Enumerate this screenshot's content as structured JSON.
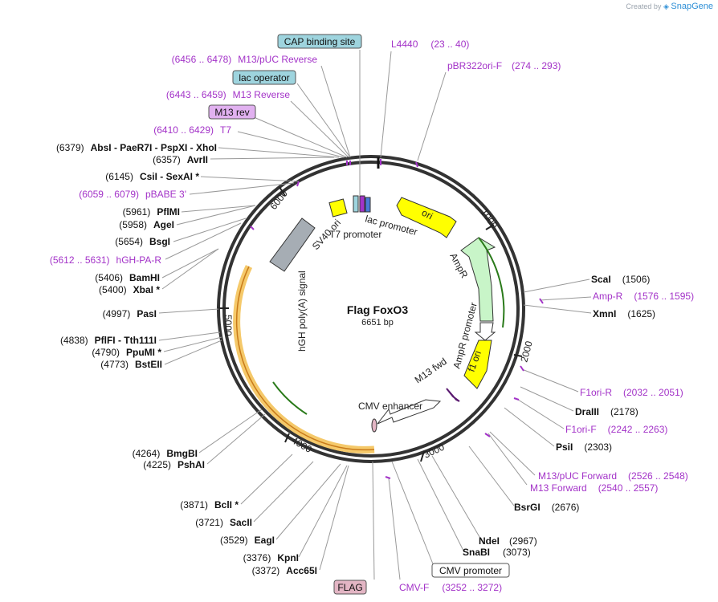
{
  "credit": {
    "prefix": "Created by",
    "brand": "SnapGene"
  },
  "plasmid": {
    "name": "Flag FoxO3",
    "length_label": "6651 bp"
  },
  "colors": {
    "ring": "#333333",
    "primer": "#a333c8",
    "callout": "#999999",
    "feature_yellow": "#ffff00",
    "feature_green": "#c8f5c8",
    "feature_orange": "#f5c96a",
    "feature_gray": "#a6adb4",
    "box_blue": "#9ed4de",
    "box_purple": "#e1b1f0",
    "box_pink": "#e3b5c4"
  },
  "ticks": [
    "1000",
    "2000",
    "3000",
    "4000",
    "5000",
    "6000"
  ],
  "features": [
    {
      "id": "ori",
      "label": "ori"
    },
    {
      "id": "ampr",
      "label": "AmpR"
    },
    {
      "id": "ampr-promoter",
      "label": "AmpR promoter"
    },
    {
      "id": "f1ori",
      "label": "f1 ori"
    },
    {
      "id": "m13fwd",
      "label": "M13 fwd"
    },
    {
      "id": "cmv-enhancer",
      "label": "CMV enhancer"
    },
    {
      "id": "hgh",
      "label": "hGH poly(A) signal"
    },
    {
      "id": "sv40",
      "label": "SV40 ori"
    },
    {
      "id": "t7",
      "label": "T7 promoter"
    },
    {
      "id": "lac",
      "label": "lac promoter"
    }
  ],
  "labels": [
    {
      "id": "cap",
      "kind": "box",
      "box": "blue",
      "name": "CAP binding site"
    },
    {
      "id": "l4440",
      "kind": "primer",
      "name": "L4440",
      "pos": "(23 .. 40)"
    },
    {
      "id": "m13puc-rev",
      "kind": "primer",
      "name": "M13/pUC Reverse",
      "pos": "(6456 .. 6478)"
    },
    {
      "id": "pbr322",
      "kind": "primer",
      "name": "pBR322ori-F",
      "pos": "(274 .. 293)"
    },
    {
      "id": "lacop",
      "kind": "box",
      "box": "blue",
      "name": "lac operator"
    },
    {
      "id": "m13rev-primer",
      "kind": "primer",
      "name": "M13 Reverse",
      "pos": "(6443 .. 6459)"
    },
    {
      "id": "m13rev",
      "kind": "box",
      "box": "purple",
      "name": "M13 rev"
    },
    {
      "id": "t7primer",
      "kind": "primer",
      "name": "T7",
      "pos": "(6410 .. 6429)"
    },
    {
      "id": "absi",
      "kind": "site",
      "pos": "(6379)",
      "name": "AbsI  -  PaeR7I  -  PspXI  -  XhoI"
    },
    {
      "id": "avrii",
      "kind": "site",
      "pos": "(6357)",
      "name": "AvrII"
    },
    {
      "id": "csii",
      "kind": "site",
      "pos": "(6145)",
      "name": "CsiI  -  SexAI *"
    },
    {
      "id": "pbabe",
      "kind": "primer",
      "name": "pBABE 3'",
      "pos": "(6059 .. 6079)"
    },
    {
      "id": "pflmi",
      "kind": "site",
      "pos": "(5961)",
      "name": "PflMI"
    },
    {
      "id": "agei",
      "kind": "site",
      "pos": "(5958)",
      "name": "AgeI"
    },
    {
      "id": "bsgi",
      "kind": "site",
      "pos": "(5654)",
      "name": "BsgI"
    },
    {
      "id": "hgh-pa-r",
      "kind": "primer",
      "name": "hGH-PA-R",
      "pos": "(5612 .. 5631)"
    },
    {
      "id": "bamhi",
      "kind": "site",
      "pos": "(5406)",
      "name": "BamHI"
    },
    {
      "id": "xbai",
      "kind": "site",
      "pos": "(5400)",
      "name": "XbaI *"
    },
    {
      "id": "pasi",
      "kind": "site",
      "pos": "(4997)",
      "name": "PasI"
    },
    {
      "id": "pflfi",
      "kind": "site",
      "pos": "(4838)",
      "name": "PflFI  -  Tth111I"
    },
    {
      "id": "ppumi",
      "kind": "site",
      "pos": "(4790)",
      "name": "PpuMI *"
    },
    {
      "id": "bsteii",
      "kind": "site",
      "pos": "(4773)",
      "name": "BstEII"
    },
    {
      "id": "bmgbi",
      "kind": "site",
      "pos": "(4264)",
      "name": "BmgBI"
    },
    {
      "id": "pshai",
      "kind": "site",
      "pos": "(4225)",
      "name": "PshAI"
    },
    {
      "id": "bcli",
      "kind": "site",
      "pos": "(3871)",
      "name": "BclI *"
    },
    {
      "id": "sacii",
      "kind": "site",
      "pos": "(3721)",
      "name": "SacII"
    },
    {
      "id": "eagi",
      "kind": "site",
      "pos": "(3529)",
      "name": "EagI"
    },
    {
      "id": "kpni",
      "kind": "site",
      "pos": "(3376)",
      "name": "KpnI"
    },
    {
      "id": "acc65i",
      "kind": "site",
      "pos": "(3372)",
      "name": "Acc65I"
    },
    {
      "id": "flag",
      "kind": "box",
      "box": "pink",
      "name": "FLAG"
    },
    {
      "id": "cmvf",
      "kind": "primer",
      "name": "CMV-F",
      "pos": "(3252 .. 3272)"
    },
    {
      "id": "cmvprom",
      "kind": "box",
      "box": "white",
      "name": "CMV promoter"
    },
    {
      "id": "snabi",
      "kind": "site",
      "pos": "(3073)",
      "name": "SnaBI"
    },
    {
      "id": "ndei",
      "kind": "site",
      "pos": "(2967)",
      "name": "NdeI"
    },
    {
      "id": "bsrgi",
      "kind": "site",
      "pos": "(2676)",
      "name": "BsrGI"
    },
    {
      "id": "m13fwd-primer",
      "kind": "primer",
      "name": "M13 Forward",
      "pos": "(2540 .. 2557)"
    },
    {
      "id": "m13puc-fwd",
      "kind": "primer",
      "name": "M13/pUC Forward",
      "pos": "(2526 .. 2548)"
    },
    {
      "id": "psii",
      "kind": "site",
      "pos": "(2303)",
      "name": "PsiI"
    },
    {
      "id": "f1ori-f",
      "kind": "primer",
      "name": "F1ori-F",
      "pos": "(2242 .. 2263)"
    },
    {
      "id": "draiii",
      "kind": "site",
      "pos": "(2178)",
      "name": "DraIII"
    },
    {
      "id": "f1ori-r",
      "kind": "primer",
      "name": "F1ori-R",
      "pos": "(2032 .. 2051)"
    },
    {
      "id": "xmni",
      "kind": "site",
      "pos": "(1625)",
      "name": "XmnI"
    },
    {
      "id": "ampr-primer",
      "kind": "primer",
      "name": "Amp-R",
      "pos": "(1576 .. 1595)"
    },
    {
      "id": "scai",
      "kind": "site",
      "pos": "(1506)",
      "name": "ScaI"
    }
  ]
}
